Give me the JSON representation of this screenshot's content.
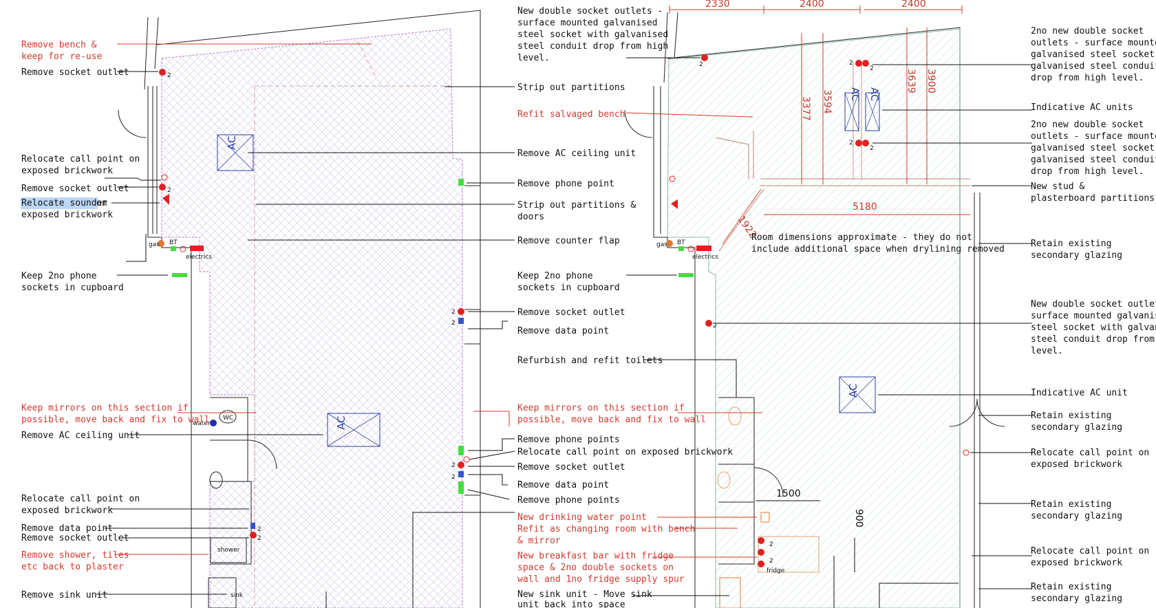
{
  "colors": {
    "label_red": "#d0392b",
    "leader_black": "#111111",
    "demolition_hatch": "#cfc3e8",
    "new_hatch": "#9ccab4",
    "dimension_red": "#c0392b",
    "socket_red": "#e02020",
    "phone_green": "#44dd44",
    "data_blue": "#3355cc",
    "ac_blue": "#2a3fa0",
    "selection_highlight": "#bcd6f5"
  },
  "left_plan": {
    "labels": [
      {
        "text": "Remove bench &",
        "red": true
      },
      {
        "text": "keep for re-use",
        "red": true
      },
      {
        "text": "Remove socket outlet",
        "red": false
      },
      {
        "text": "Relocate call point on",
        "red": false
      },
      {
        "text": "exposed brickwork",
        "red": false
      },
      {
        "text": "Remove socket outlet",
        "red": false
      },
      {
        "text": "Relocate sounder",
        "red": false
      },
      {
        "text": " on",
        "red": false
      },
      {
        "text": "exposed brickwork",
        "red": false
      },
      {
        "text": "Keep 2no phone",
        "red": false
      },
      {
        "text": "sockets in cupboard",
        "red": false
      },
      {
        "text": "Keep mirrors on this section if",
        "red": true
      },
      {
        "text": "possible, move back and fix to wall",
        "red": true
      },
      {
        "text": "Remove AC ceiling unit",
        "red": false
      },
      {
        "text": "Relocate call point on",
        "red": false
      },
      {
        "text": "exposed brickwork",
        "red": false
      },
      {
        "text": "Remove data point",
        "red": false
      },
      {
        "text": "Remove socket outlet",
        "red": false
      },
      {
        "text": "Remove shower, tiles",
        "red": true
      },
      {
        "text": "etc back to plaster",
        "red": true
      },
      {
        "text": "Remove sink unit",
        "red": false
      }
    ],
    "fixtures": {
      "gas": "gas",
      "bt": "BT",
      "electrics": "electrics",
      "water": "water",
      "wc": "WC",
      "shower": "shower",
      "sink": "sink",
      "ac": "AC",
      "socket_count": "2"
    }
  },
  "middle_labels": [
    {
      "text": "New double socket outlets -",
      "red": false
    },
    {
      "text": "surface mounted galvanised",
      "red": false
    },
    {
      "text": "steel socket with galvanised",
      "red": false
    },
    {
      "text": "steel conduit drop from high",
      "red": false
    },
    {
      "text": "level.",
      "red": false
    },
    {
      "text": "Strip out partitions",
      "red": false
    },
    {
      "text": "Refit salvaged bench",
      "red": true
    },
    {
      "text": "Remove AC ceiling unit",
      "red": false
    },
    {
      "text": "Remove phone point",
      "red": false
    },
    {
      "text": "Strip out partitions &",
      "red": false
    },
    {
      "text": "doors",
      "red": false
    },
    {
      "text": "Remove counter flap",
      "red": false
    },
    {
      "text": "Keep 2no phone",
      "red": false
    },
    {
      "text": "sockets in cupboard",
      "red": false
    },
    {
      "text": "Remove socket outlet",
      "red": false
    },
    {
      "text": "Remove data point",
      "red": false
    },
    {
      "text": "Refurbish and refit toilets",
      "red": false
    },
    {
      "text": "Keep mirrors on this section if",
      "red": true
    },
    {
      "text": "possible, move back and fix to wall",
      "red": true
    },
    {
      "text": "Remove phone points",
      "red": false
    },
    {
      "text": "Relocate call point on exposed brickwork",
      "red": false
    },
    {
      "text": "Remove socket outlet",
      "red": false
    },
    {
      "text": "Remove data point",
      "red": false
    },
    {
      "text": "Remove phone points",
      "red": false
    },
    {
      "text": "New drinking water point",
      "red": true
    },
    {
      "text": "Refit as changing room with bench",
      "red": true
    },
    {
      "text": "& mirror",
      "red": true
    },
    {
      "text": "New breakfast bar with fridge",
      "red": true
    },
    {
      "text": "space & 2no double sockets on",
      "red": true
    },
    {
      "text": "wall and 1no fridge supply spur",
      "red": true
    },
    {
      "text": "New sink unit - Move sink",
      "red": false
    },
    {
      "text": "unit back into space",
      "red": false
    }
  ],
  "right_plan": {
    "dimensions": {
      "top_a": "2330",
      "top_b": "2400",
      "top_c": "2400",
      "v_3377": "3377",
      "v_3594": "3594",
      "v_3639": "3639",
      "v_3900": "3900",
      "h_5180": "5180",
      "d_1922": "1922",
      "h_1500": "1500",
      "v_900": "900"
    },
    "note_line1": "Room dimensions approximate - they do not",
    "note_line2": "include additional space when drylining removed",
    "fixtures": {
      "gas": "gas",
      "bt": "BT",
      "electrics": "electrics",
      "fridge": "fridge",
      "ac": "AC",
      "socket_count": "2"
    },
    "labels": [
      {
        "text": "2no new double socket"
      },
      {
        "text": "outlets - surface mounted"
      },
      {
        "text": "galvanised steel socket with"
      },
      {
        "text": "galvanised steel conduit"
      },
      {
        "text": "drop from high level."
      },
      {
        "text": "Indicative AC units"
      },
      {
        "text": "2no new double socket"
      },
      {
        "text": "outlets - surface mounted"
      },
      {
        "text": "galvanised steel socket with"
      },
      {
        "text": "galvanised steel conduit"
      },
      {
        "text": "drop from high level."
      },
      {
        "text": "New stud &"
      },
      {
        "text": "plasterboard partitions"
      },
      {
        "text": "Retain existing"
      },
      {
        "text": "secondary glazing"
      },
      {
        "text": "New double socket outlet -"
      },
      {
        "text": "surface mounted galvanised"
      },
      {
        "text": "steel socket with galvanised"
      },
      {
        "text": "steel conduit drop from high"
      },
      {
        "text": "level."
      },
      {
        "text": "Indicative AC unit"
      },
      {
        "text": "Retain existing"
      },
      {
        "text": "secondary glazing"
      },
      {
        "text": "Relocate call point on"
      },
      {
        "text": "exposed brickwork"
      },
      {
        "text": "Retain existing"
      },
      {
        "text": "secondary glazing"
      },
      {
        "text": "Relocate call point on"
      },
      {
        "text": "exposed brickwork"
      },
      {
        "text": "Retain existing"
      },
      {
        "text": "secondary glazing"
      }
    ]
  }
}
